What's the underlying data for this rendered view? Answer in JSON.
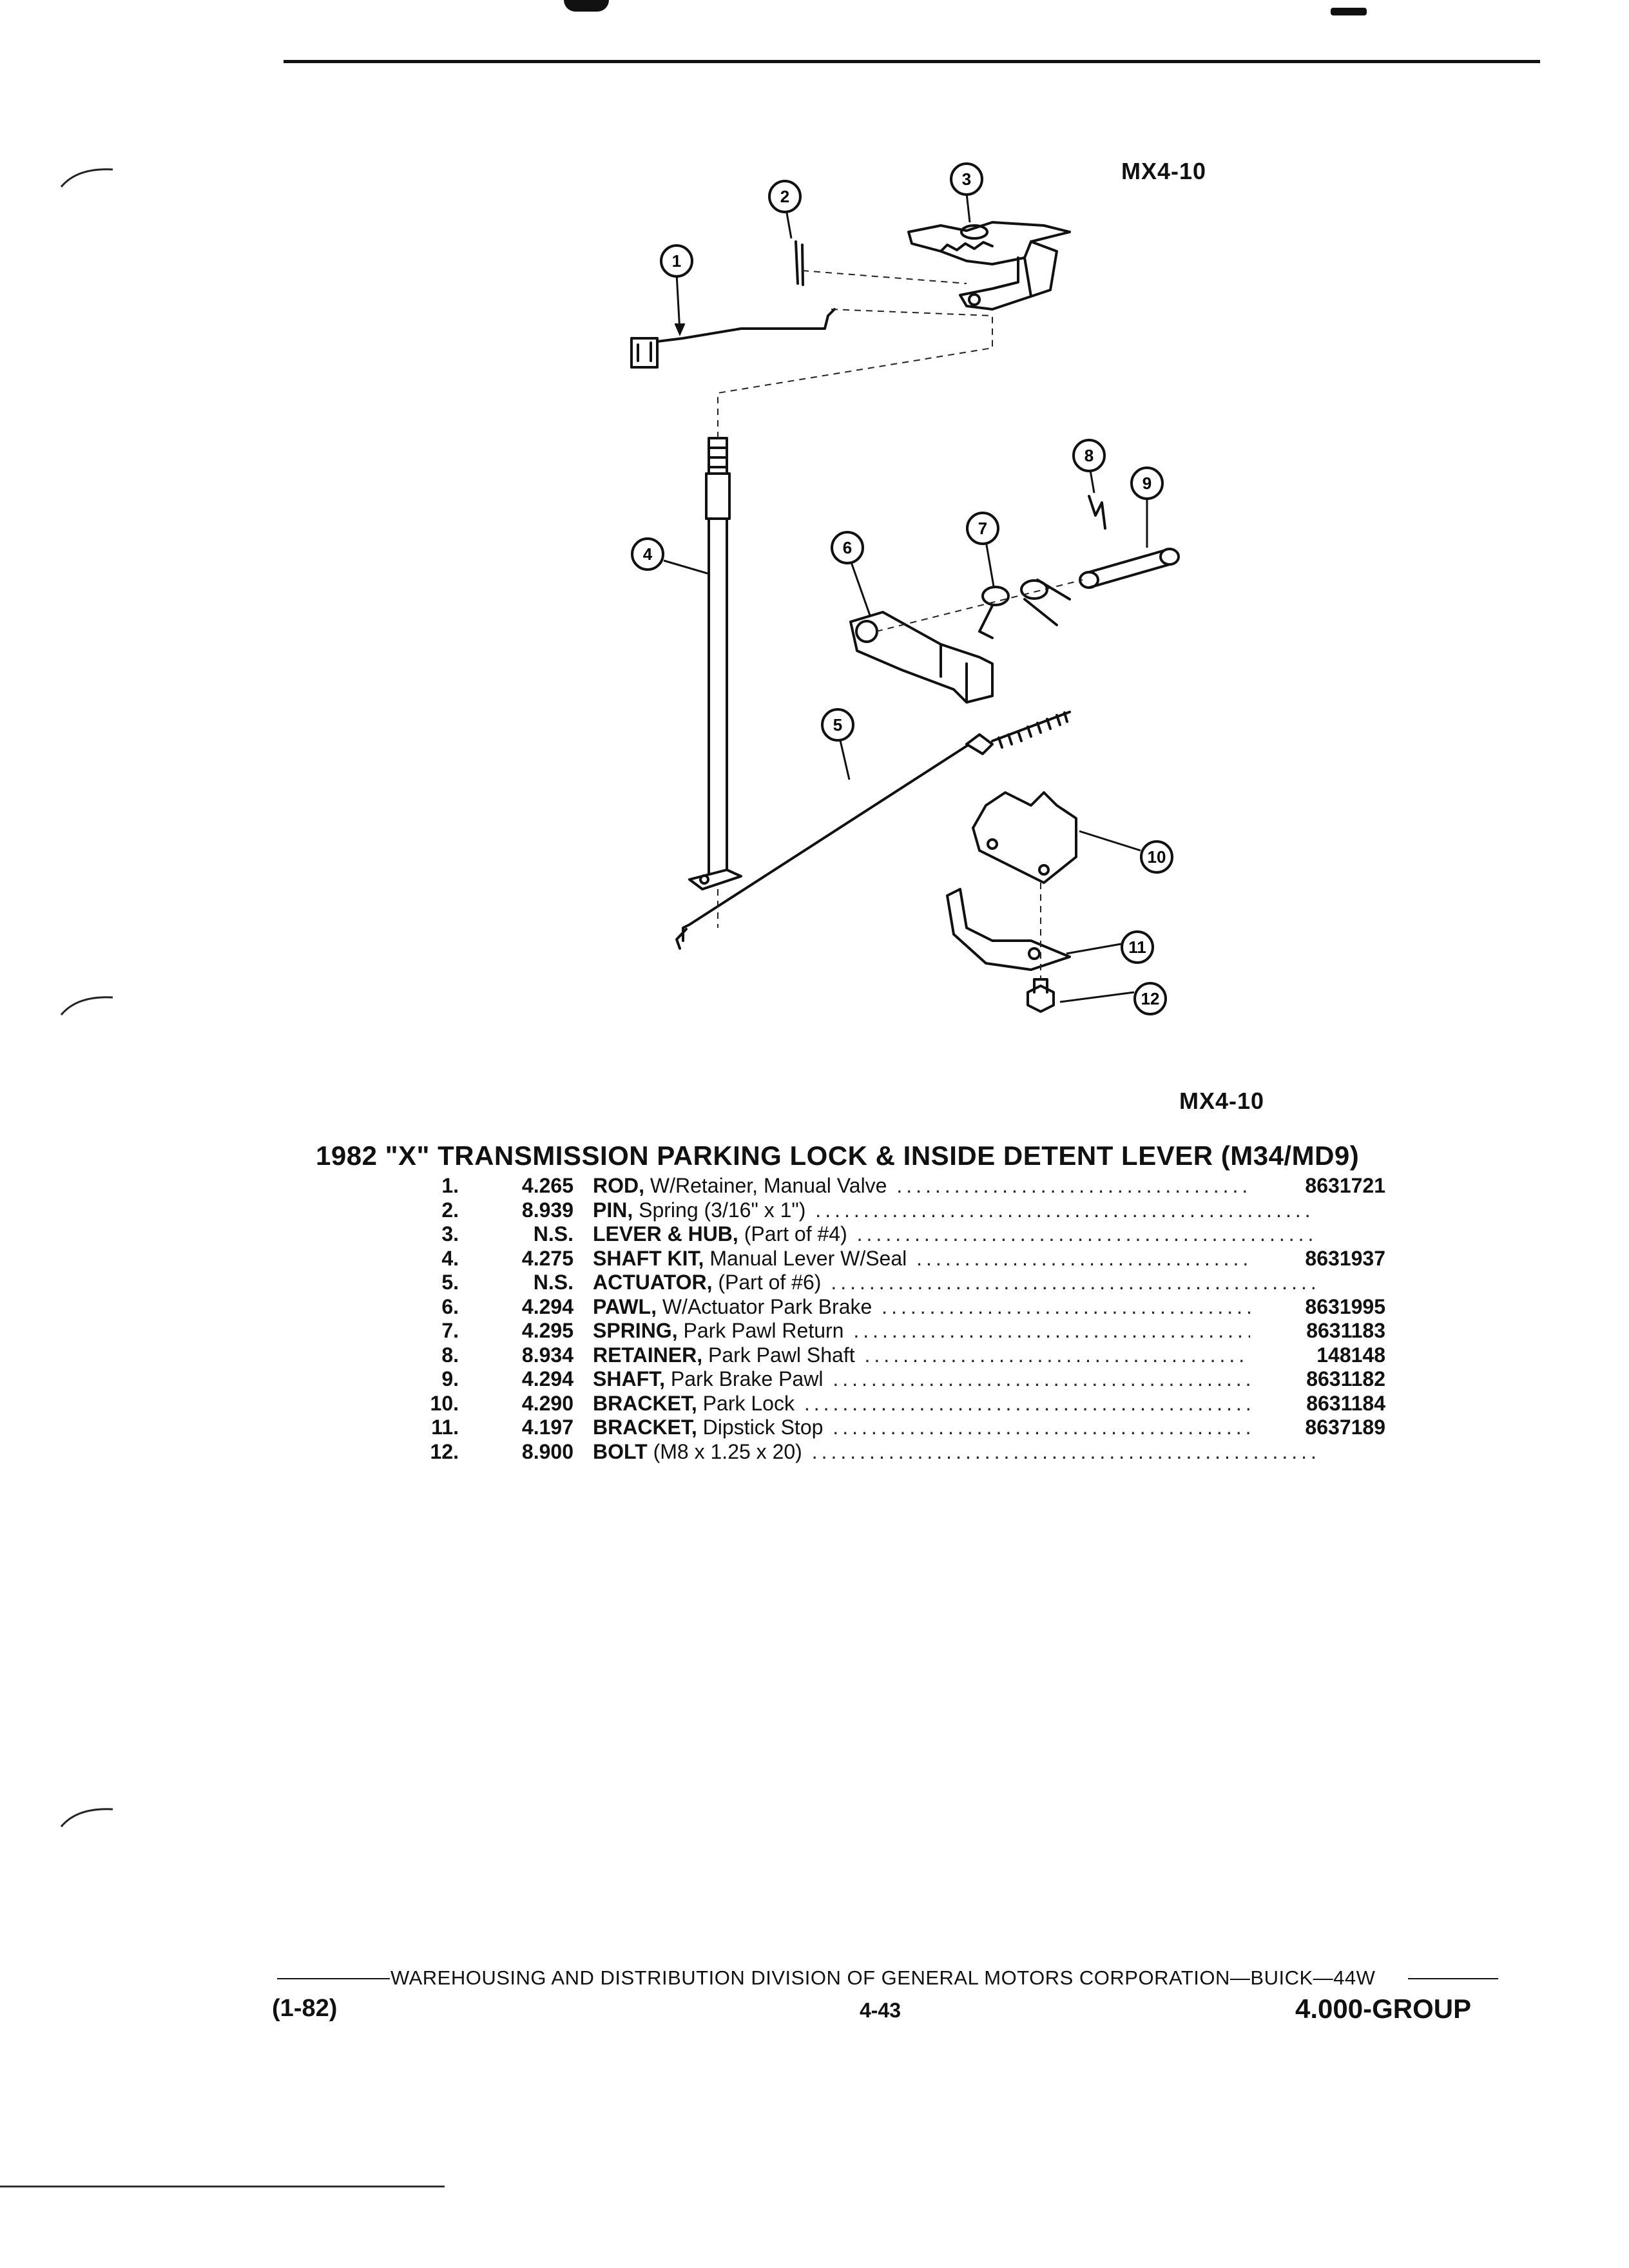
{
  "figure": {
    "label_top": "MX4-10",
    "label_bottom": "MX4-10",
    "callouts": [
      "1",
      "2",
      "3",
      "4",
      "5",
      "6",
      "7",
      "8",
      "9",
      "10",
      "11",
      "12"
    ]
  },
  "title": "1982 \"X\" TRANSMISSION PARKING LOCK & INSIDE DETENT LEVER (M34/MD9)",
  "parts": [
    {
      "num": "1.",
      "group": "4.265",
      "name": "ROD,",
      "desc": "W/Retainer, Manual Valve",
      "part_no": "8631721"
    },
    {
      "num": "2.",
      "group": "8.939",
      "name": "PIN,",
      "desc": "Spring (3/16\" x 1\")",
      "part_no": ""
    },
    {
      "num": "3.",
      "group": "N.S.",
      "name": "LEVER & HUB,",
      "desc": "(Part of #4)",
      "part_no": ""
    },
    {
      "num": "4.",
      "group": "4.275",
      "name": "SHAFT KIT,",
      "desc": "Manual Lever W/Seal",
      "part_no": "8631937"
    },
    {
      "num": "5.",
      "group": "N.S.",
      "name": "ACTUATOR,",
      "desc": "(Part of #6)",
      "part_no": ""
    },
    {
      "num": "6.",
      "group": "4.294",
      "name": "PAWL,",
      "desc": "W/Actuator Park Brake",
      "part_no": "8631995"
    },
    {
      "num": "7.",
      "group": "4.295",
      "name": "SPRING,",
      "desc": "Park Pawl Return",
      "part_no": "8631183"
    },
    {
      "num": "8.",
      "group": "8.934",
      "name": "RETAINER,",
      "desc": "Park Pawl Shaft",
      "part_no": "148148"
    },
    {
      "num": "9.",
      "group": "4.294",
      "name": "SHAFT,",
      "desc": "Park Brake Pawl",
      "part_no": "8631182"
    },
    {
      "num": "10.",
      "group": "4.290",
      "name": "BRACKET,",
      "desc": "Park Lock",
      "part_no": "8631184"
    },
    {
      "num": "11.",
      "group": "4.197",
      "name": "BRACKET,",
      "desc": "Dipstick Stop",
      "part_no": "8637189"
    },
    {
      "num": "12.",
      "group": "8.900",
      "name": "BOLT",
      "desc": "(M8 x 1.25 x 20)",
      "part_no": ""
    }
  ],
  "footer": {
    "line": "WAREHOUSING AND DISTRIBUTION DIVISION OF GENERAL MOTORS CORPORATION—BUICK—44W",
    "date": "(1-82)",
    "page": "4-43",
    "group": "4.000-GROUP"
  }
}
